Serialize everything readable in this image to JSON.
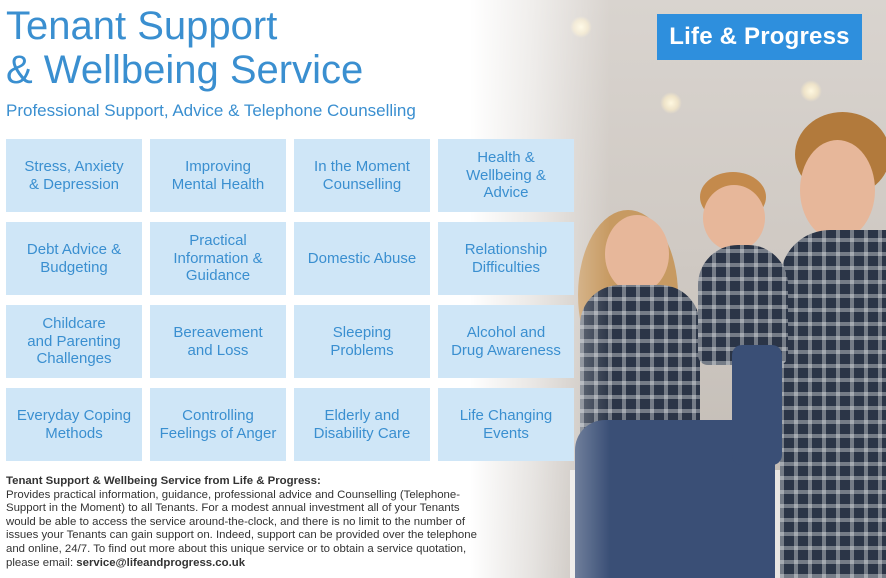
{
  "header": {
    "title_line1": "Tenant Support",
    "title_line2": "& Wellbeing Service",
    "subtitle": "Professional Support, Advice & Telephone Counselling"
  },
  "logo": {
    "text": "Life & Progress"
  },
  "services": [
    [
      "Stress, Anxiety",
      "& Depression"
    ],
    [
      "Improving",
      "Mental Health"
    ],
    [
      "In the Moment",
      "Counselling"
    ],
    [
      "Health &",
      "Wellbeing &",
      "Advice"
    ],
    [
      "Debt Advice &",
      "Budgeting"
    ],
    [
      "Practical",
      "Information &",
      "Guidance"
    ],
    [
      "Domestic Abuse"
    ],
    [
      "Relationship",
      "Difficulties"
    ],
    [
      "Childcare",
      "and Parenting",
      "Challenges"
    ],
    [
      "Bereavement",
      "and Loss"
    ],
    [
      "Sleeping",
      "Problems"
    ],
    [
      "Alcohol and",
      "Drug Awareness"
    ],
    [
      "Everyday Coping",
      "Methods"
    ],
    [
      "Controlling",
      "Feelings of Anger"
    ],
    [
      "Elderly and",
      "Disability Care"
    ],
    [
      "Life Changing",
      "Events"
    ]
  ],
  "info": {
    "heading": "Tenant Support & Wellbeing Service from Life & Progress:",
    "lines": [
      "Provides practical information, guidance, professional advice and Counselling (Telephone-",
      "Support in the Moment) to all Tenants.  For a modest annual investment all of your Tenants",
      "would be able to access the service around-the-clock, and there is no limit to the number of",
      "issues your Tenants can gain support on. Indeed, support can be provided over the telephone",
      "and online, 24/7.  To find out more about this unique service or to obtain a service quotation,"
    ],
    "email_prefix": "please email: ",
    "email": "service@lifeandprogress.co.uk"
  },
  "colors": {
    "brand_blue": "#2e8fdd",
    "title_blue": "#3a8fd0",
    "tile_bg": "#cfe6f7"
  }
}
